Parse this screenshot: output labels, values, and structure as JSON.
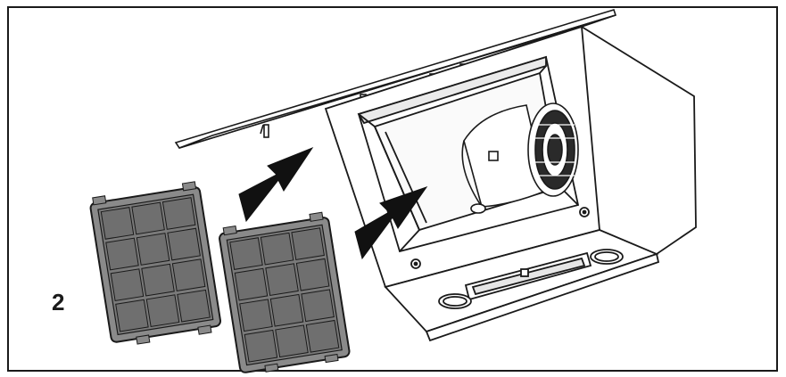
{
  "figure": {
    "step_number": "2"
  },
  "parts": {
    "filters": [
      "carbon-filter",
      "carbon-filter"
    ],
    "arrows": [
      "insert-arrow",
      "insert-arrow"
    ],
    "appliance": "cooker-hood",
    "fan": "blower-fan"
  },
  "colors": {
    "stroke": "#1a1a1a",
    "filter_fill": "#8a8a8a",
    "filter_cell": "#6f6f6f",
    "arrow_fill": "#111111",
    "background": "#ffffff"
  }
}
